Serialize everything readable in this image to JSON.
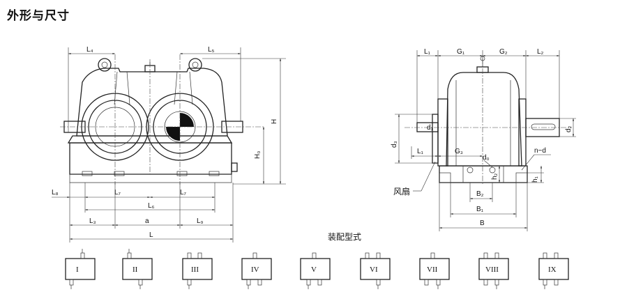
{
  "title": "外形与尺寸",
  "front_view": {
    "labels": {
      "L4": "L₄",
      "L5": "L₅",
      "H": "H",
      "H0": "H₀",
      "L8": "L₈",
      "L7_left": "L₇",
      "L7_right": "L₇",
      "L6": "L₆",
      "L3": "L₃",
      "a": "a",
      "L9": "L₉",
      "L": "L"
    }
  },
  "side_view": {
    "labels": {
      "L1_top": "L₁",
      "G1": "G₁",
      "G2": "G₂",
      "L2": "L₂",
      "d1": "d₁",
      "d2": "d₂",
      "d3": "d₃",
      "L1_low": "L₁",
      "G3": "G₃",
      "d0": "d₀",
      "n_d": "n−d",
      "h2": "h₂",
      "h1": "h₁",
      "fan": "风扇",
      "B2": "B₂",
      "B1": "B₁",
      "B": "B"
    }
  },
  "assembly": {
    "heading": "装配型式",
    "types": [
      "I",
      "II",
      "III",
      "IV",
      "V",
      "VI",
      "VII",
      "VIII",
      "IX"
    ]
  }
}
